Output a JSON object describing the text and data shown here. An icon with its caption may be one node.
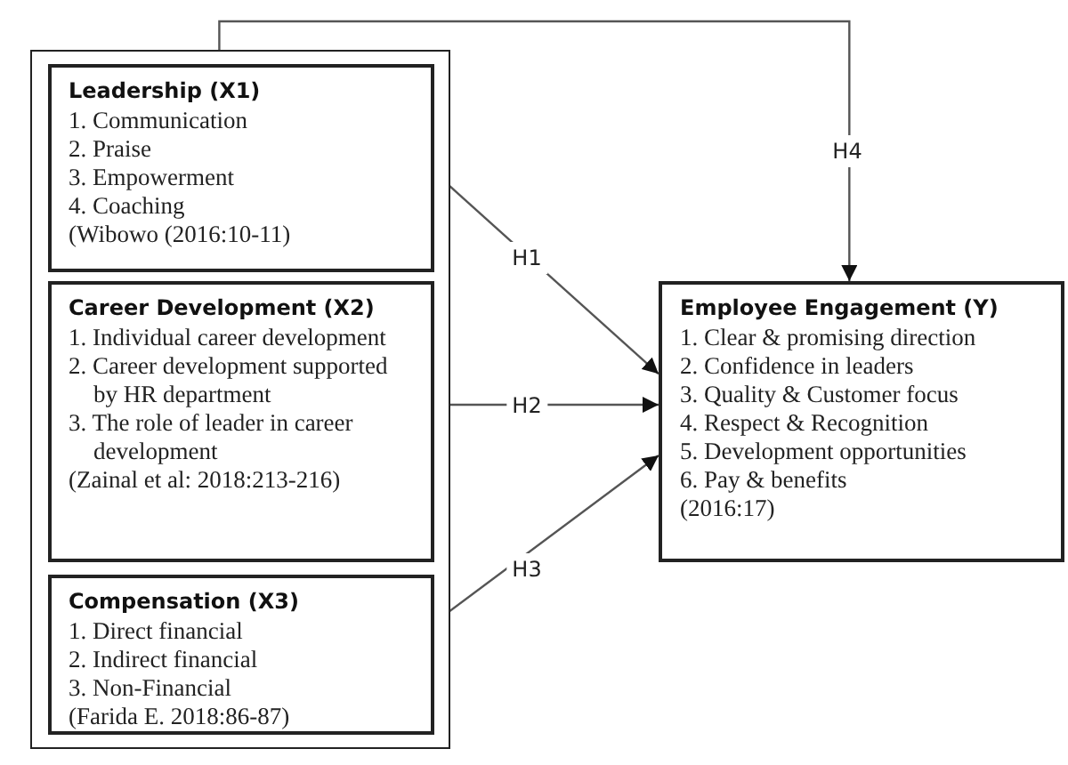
{
  "diagram": {
    "nodes": [
      {
        "text": [],
        "shape": "box"
      },
      {
        "text": [
          "Leadership (X1)",
          "1. Communication",
          "2. Praise",
          "3. Empowerment",
          "4. Coaching",
          "(Wibowo (2016:10-11)"
        ],
        "in": 0
      },
      {
        "text": [
          "Career Development (X2)",
          "1. Individual career development",
          "2. Career development supported by HR department",
          "3. The role of leader in career development",
          "(Zainal et al: 2018:213-216)"
        ],
        "in": 0
      },
      {
        "text": [
          "Compensation (X3)",
          "1. Direct financial",
          "2. Indirect financial",
          "3. Non-Financial",
          "(Farida E. 2018:86-87)"
        ],
        "in": 0
      },
      {
        "text": [
          "Employee Engagement (Y)",
          "1. Clear & promising direction",
          "2. Confidence in leaders",
          "3. Quality & Customer focus",
          "4. Respect & Recognition",
          "5. Development opportunities",
          "6. Pay & benefits",
          "(2016:17)"
        ]
      }
    ],
    "edges": [
      {
        "from": 1,
        "to": 4,
        "arrow": "to",
        "label": "H1"
      },
      {
        "from": 2,
        "to": 4,
        "arrow": "to",
        "label": "H2"
      },
      {
        "from": 3,
        "to": 4,
        "arrow": "to",
        "label": "H3"
      },
      {
        "from": 0,
        "to": 4,
        "arrow": "to",
        "label": "H4"
      }
    ]
  }
}
